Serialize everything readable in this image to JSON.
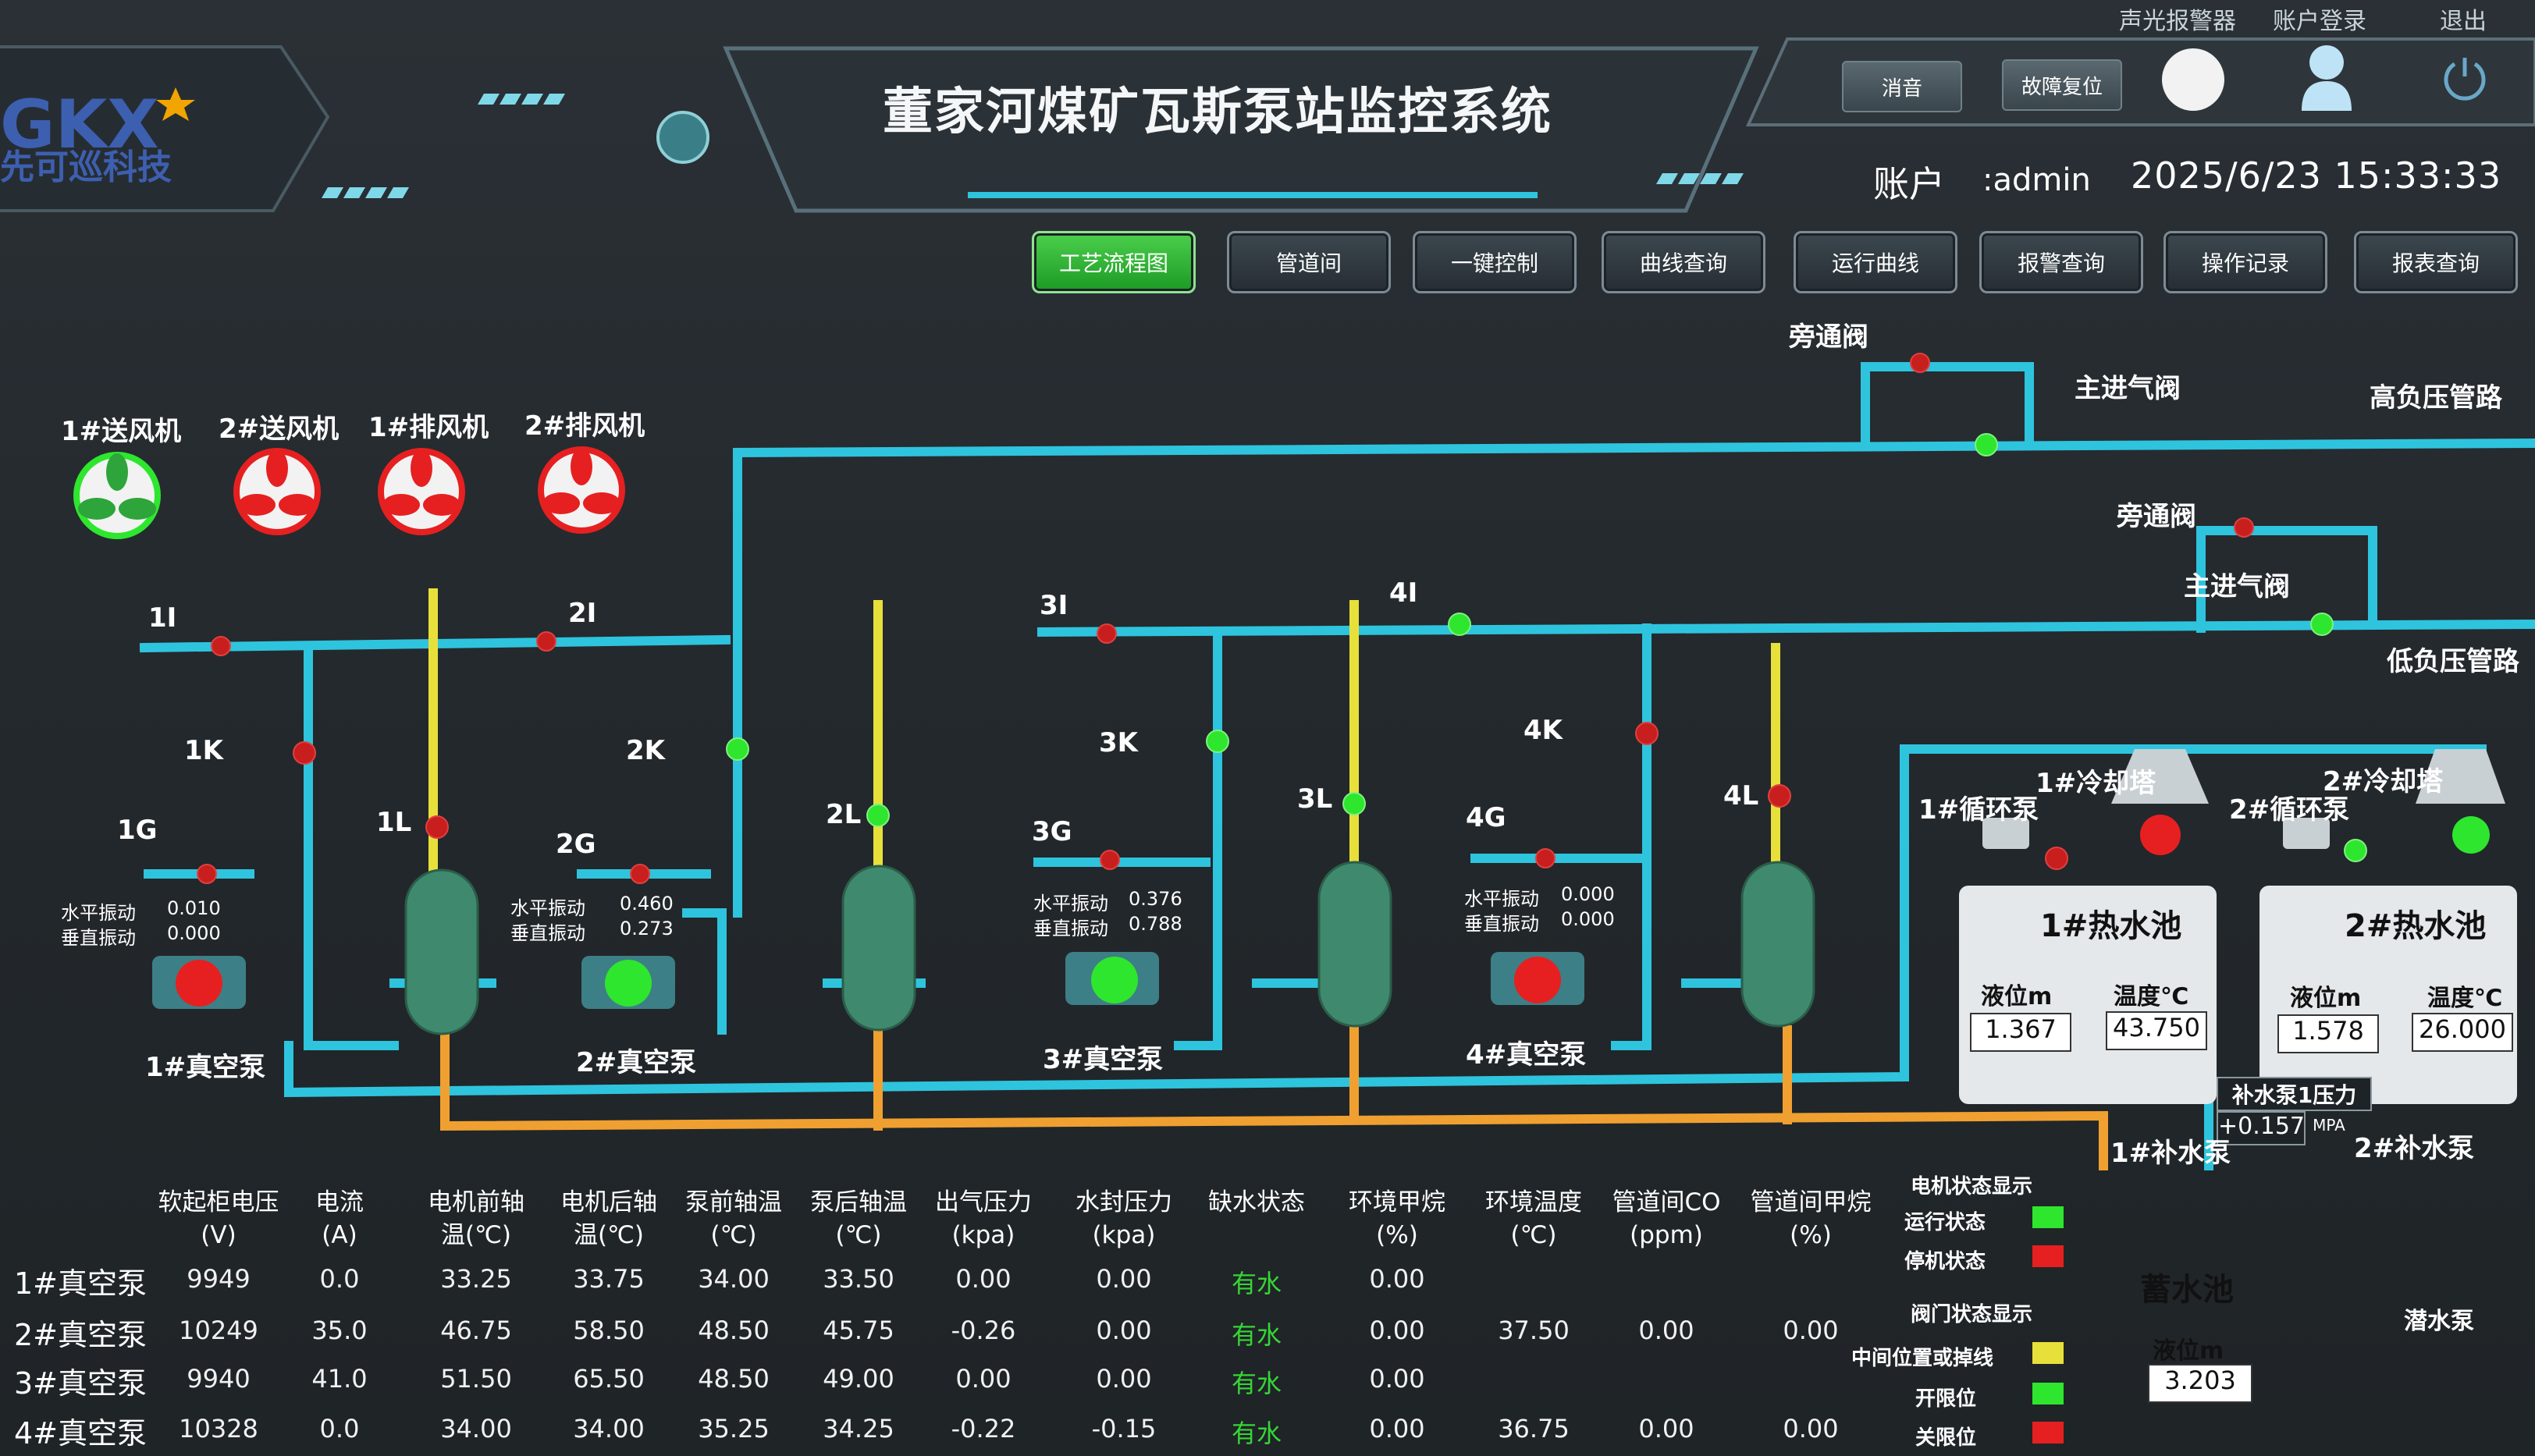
{
  "header": {
    "top_links": [
      "声光报警器",
      "账户登录",
      "退出"
    ],
    "buttons": {
      "mute": "消音",
      "fault_reset": "故障复位"
    },
    "logo": "GKX",
    "logo_sub": "先可巡科技",
    "title": "董家河煤矿瓦斯泵站监控系统",
    "account_label": "账户",
    "account_value": ":admin",
    "datetime": "2025/6/23  15:33:33"
  },
  "nav": [
    "工艺流程图",
    "管道间",
    "一键控制",
    "曲线查询",
    "运行曲线",
    "报警查询",
    "操作记录",
    "报表查询"
  ],
  "colors": {
    "pipe_cyan": "#2ec4de",
    "pipe_yellow": "#e8e03a",
    "pipe_orange": "#f0a030",
    "running": "#2ee62e",
    "stopped": "#e62020",
    "valve_red": "#c81e1e"
  },
  "fans": [
    {
      "label": "1#送风机",
      "state": "running"
    },
    {
      "label": "2#送风机",
      "state": "stopped"
    },
    {
      "label": "1#排风机",
      "state": "stopped"
    },
    {
      "label": "2#排风机",
      "state": "stopped"
    }
  ],
  "diagram": {
    "bypass_valve_top": "旁通阀",
    "main_inlet_top": "主进气阀",
    "high_pressure": "高负压管路",
    "bypass_valve_mid": "旁通阀",
    "main_inlet_mid": "主进气阀",
    "low_pressure": "低负压管路",
    "valve_tags": [
      "1I",
      "2I",
      "3I",
      "4I",
      "1K",
      "2K",
      "3K",
      "4K",
      "1G",
      "1L",
      "2G",
      "2L",
      "3G",
      "3L",
      "4G",
      "4L"
    ]
  },
  "pumps": [
    {
      "name": "1#真空泵",
      "state": "running",
      "vib_h_label": "水平振动",
      "vib_h": "0.010",
      "vib_v_label": "垂直振动",
      "vib_v": "0.000"
    },
    {
      "name": "2#真空泵",
      "state": "stopped",
      "vib_h_label": "水平振动",
      "vib_h": "0.460",
      "vib_v_label": "垂直振动",
      "vib_v": "0.273"
    },
    {
      "name": "3#真空泵",
      "state": "stopped",
      "vib_h_label": "水平振动",
      "vib_h": "0.376",
      "vib_v_label": "垂直振动",
      "vib_v": "0.788"
    },
    {
      "name": "4#真空泵",
      "state": "running",
      "vib_h_label": "水平振动",
      "vib_h": "0.000",
      "vib_v_label": "垂直振动",
      "vib_v": "0.000"
    }
  ],
  "cooling": {
    "tower1": "1#冷却塔",
    "tower2": "2#冷却塔",
    "circ1": "1#循环泵",
    "circ2": "2#循环泵",
    "pool1": "1#热水池",
    "pool2": "2#热水池",
    "level_label": "液位m",
    "temp_label": "温度℃",
    "pool1_level": "1.367",
    "pool1_temp": "43.750",
    "pool2_level": "1.578",
    "pool2_temp": "26.000",
    "makeup_pressure_label": "补水泵1压力",
    "makeup_pressure": "+0.157",
    "makeup_unit": "MPA",
    "makeup1": "1#补水泵",
    "makeup2": "2#补水泵",
    "storage": "蓄水池",
    "storage_level_label": "液位m",
    "storage_level": "3.203",
    "submersible": "潜水泵"
  },
  "table": {
    "headers": [
      "软起柜电压\n(V)",
      "电流\n(A)",
      "电机前轴\n温(℃)",
      "电机后轴\n温(℃)",
      "泵前轴温\n(℃)",
      "泵后轴温\n(℃)",
      "出气压力\n(kpa)",
      "水封压力\n(kpa)",
      "缺水状态",
      "环境甲烷\n(%)",
      "环境温度\n(℃)",
      "管道间CO\n(ppm)",
      "管道间甲烷\n(%)"
    ],
    "rows": [
      {
        "name": "1#真空泵",
        "cells": [
          "9949",
          "0.0",
          "33.25",
          "33.75",
          "34.00",
          "33.50",
          "0.00",
          "0.00",
          "有水",
          "0.00",
          "",
          "",
          ""
        ]
      },
      {
        "name": "2#真空泵",
        "cells": [
          "10249",
          "35.0",
          "46.75",
          "58.50",
          "48.50",
          "45.75",
          "-0.26",
          "0.00",
          "有水",
          "0.00",
          "37.50",
          "0.00",
          "0.00"
        ]
      },
      {
        "name": "3#真空泵",
        "cells": [
          "9940",
          "41.0",
          "51.50",
          "65.50",
          "48.50",
          "49.00",
          "0.00",
          "0.00",
          "有水",
          "0.00",
          "",
          "",
          ""
        ]
      },
      {
        "name": "4#真空泵",
        "cells": [
          "10328",
          "0.0",
          "34.00",
          "34.00",
          "35.25",
          "34.25",
          "-0.22",
          "-0.15",
          "有水",
          "0.00",
          "36.75",
          "0.00",
          "0.00"
        ]
      }
    ]
  },
  "legend": {
    "motor_title": "电机状态显示",
    "running": "运行状态",
    "stopped": "停机状态",
    "valve_title": "阀门状态显示",
    "middle": "中间位置或掉线",
    "open": "开限位",
    "closed": "关限位"
  }
}
